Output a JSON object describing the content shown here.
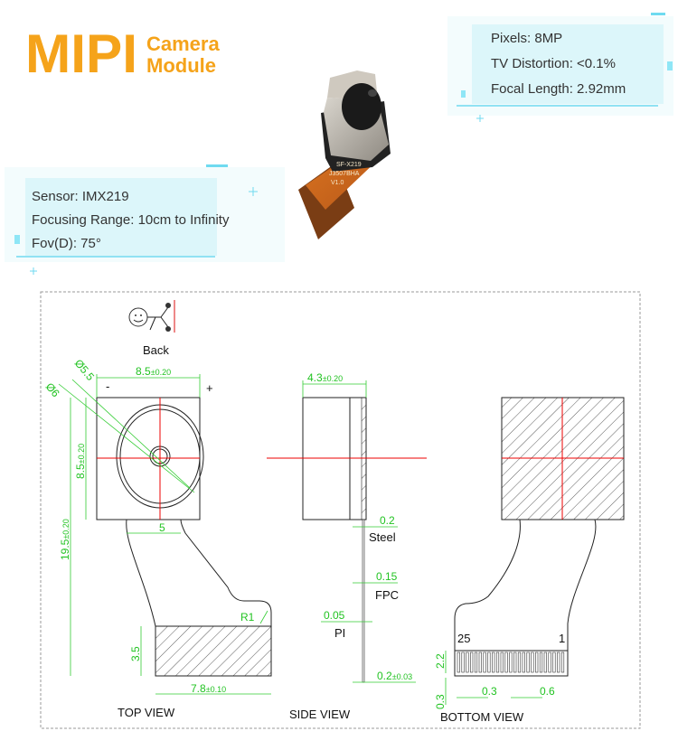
{
  "header": {
    "title_big": "MIPI",
    "title_line1": "Camera",
    "title_line2": "Module",
    "accent_color": "#f5a31a"
  },
  "specs_right": [
    "Pixels: 8MP",
    "TV Distortion: <0.1%",
    "Focal Length: 2.92mm"
  ],
  "specs_left": [
    "Sensor: IMX219",
    "Focusing Range: 10cm to Infinity",
    "Fov(D): 75°"
  ],
  "product_photo": {
    "flex_marking": [
      "SF-X219",
      "J3507BHA",
      "V1.0"
    ]
  },
  "drawing": {
    "back_label": "Back",
    "dimension_color": "#22c322",
    "top_view": {
      "title": "TOP VIEW",
      "width": "8.5",
      "width_tol": "±0.20",
      "minus": "-",
      "plus": "+",
      "dia_outer": "Ø6",
      "dia_inner": "Ø5.5",
      "height": "8.5",
      "height_tol": "±0.20",
      "total": "19.5",
      "total_tol": "±0.20",
      "neck": "5",
      "radius": "R1",
      "pad_h": "3.5",
      "pad_w": "7.8",
      "pad_w_tol": "±0.10"
    },
    "side_view": {
      "title": "SIDE VIEW",
      "depth": "4.3",
      "depth_tol": "±0.20",
      "steel_val": "0.2",
      "steel": "Steel",
      "fpc_val": "0.15",
      "fpc": "FPC",
      "pi_val": "0.05",
      "pi": "PI",
      "total": "0.2",
      "total_tol": "±0.03"
    },
    "bottom_view": {
      "title": "BOTTOM VIEW",
      "pin_last": "25",
      "pin_first": "1",
      "pin_len": "2.2",
      "edge": "0.3",
      "pin_w": "0.3",
      "pitch": "0.6"
    }
  }
}
